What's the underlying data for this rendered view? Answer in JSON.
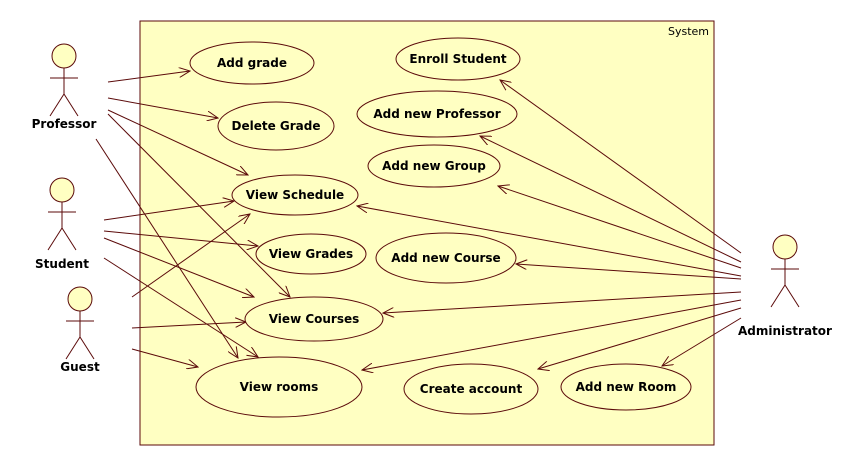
{
  "colors": {
    "system_fill": "#ffffc2",
    "line": "#5b0a0a",
    "actor_head_fill": "#ffffc2"
  },
  "system": {
    "title": "System"
  },
  "actors": [
    {
      "id": "professor",
      "label": "Professor"
    },
    {
      "id": "student",
      "label": "Student"
    },
    {
      "id": "guest",
      "label": "Guest"
    },
    {
      "id": "administrator",
      "label": "Administrator"
    }
  ],
  "use_cases": [
    {
      "id": "add_grade",
      "label": "Add grade"
    },
    {
      "id": "delete_grade",
      "label": "Delete Grade"
    },
    {
      "id": "view_schedule",
      "label": "View Schedule"
    },
    {
      "id": "view_grades",
      "label": "View Grades"
    },
    {
      "id": "view_courses",
      "label": "View Courses"
    },
    {
      "id": "view_rooms",
      "label": "View rooms"
    },
    {
      "id": "enroll_student",
      "label": "Enroll Student"
    },
    {
      "id": "add_professor",
      "label": "Add new Professor"
    },
    {
      "id": "add_group",
      "label": "Add new Group"
    },
    {
      "id": "add_course",
      "label": "Add new Course"
    },
    {
      "id": "create_account",
      "label": "Create account"
    },
    {
      "id": "add_room",
      "label": "Add new Room"
    }
  ],
  "associations": [
    {
      "from": "professor",
      "to": "add_grade"
    },
    {
      "from": "professor",
      "to": "delete_grade"
    },
    {
      "from": "professor",
      "to": "view_schedule"
    },
    {
      "from": "professor",
      "to": "view_courses"
    },
    {
      "from": "professor",
      "to": "view_rooms"
    },
    {
      "from": "student",
      "to": "view_schedule"
    },
    {
      "from": "student",
      "to": "view_grades"
    },
    {
      "from": "student",
      "to": "view_courses"
    },
    {
      "from": "student",
      "to": "view_rooms"
    },
    {
      "from": "guest",
      "to": "view_schedule"
    },
    {
      "from": "guest",
      "to": "view_courses"
    },
    {
      "from": "guest",
      "to": "view_rooms"
    },
    {
      "from": "administrator",
      "to": "enroll_student"
    },
    {
      "from": "administrator",
      "to": "add_professor"
    },
    {
      "from": "administrator",
      "to": "add_group"
    },
    {
      "from": "administrator",
      "to": "view_schedule"
    },
    {
      "from": "administrator",
      "to": "add_course"
    },
    {
      "from": "administrator",
      "to": "view_courses"
    },
    {
      "from": "administrator",
      "to": "view_rooms"
    },
    {
      "from": "administrator",
      "to": "create_account"
    },
    {
      "from": "administrator",
      "to": "add_room"
    }
  ]
}
